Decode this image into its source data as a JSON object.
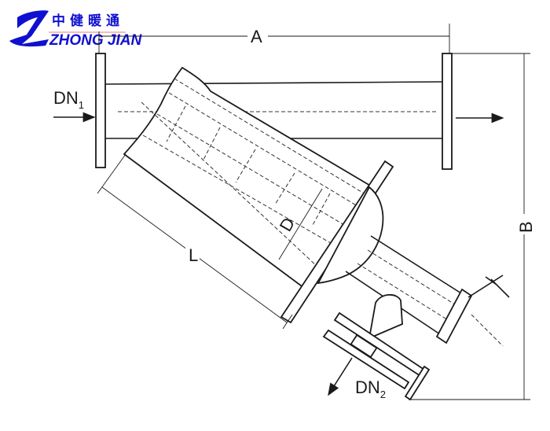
{
  "logo": {
    "chinese": "中健暖通",
    "english": "ZHONG JIAN",
    "color": "#1010d0"
  },
  "labels": {
    "a": "A",
    "b": "B",
    "l": "L",
    "d": "D",
    "inlet": "DN",
    "inlet_sub": "1",
    "outlet": "DN",
    "outlet_sub": "2"
  }
}
